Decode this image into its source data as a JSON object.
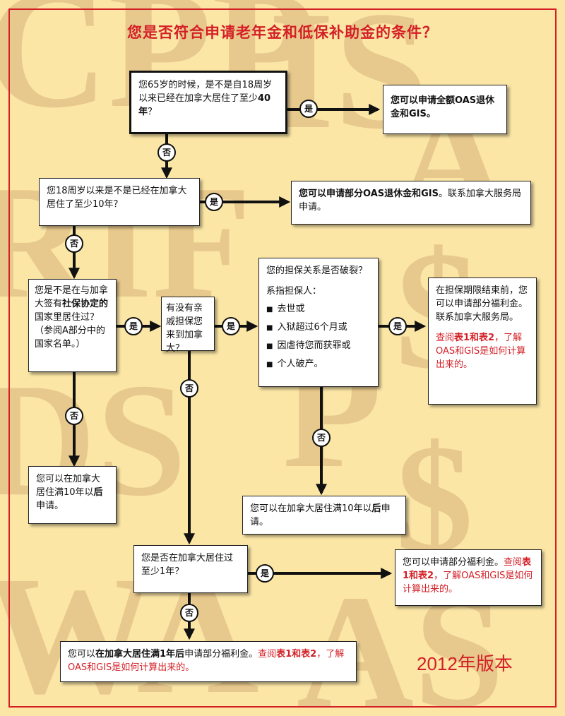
{
  "title": "您是否符合申请老年金和低保补助金的条件？",
  "edition": "2012年版本",
  "labels": {
    "yes": "是",
    "no": "否"
  },
  "colors": {
    "accent": "#d41f26",
    "background": "#fbe6a6",
    "watermark": "#d9b27a"
  },
  "q1": {
    "a": "您65岁的时候，是不是自18周岁以来已经在加拿大居住了至少",
    "b": "40年",
    "c": "？"
  },
  "r1": {
    "a": "您可以申请全额OAS退休金和GIS。"
  },
  "q2": {
    "a": "您18周岁以来是不是已经在加拿大居住了至少10年？"
  },
  "r2": {
    "a": "您可以申请部分OAS退休金和GIS",
    "b": "。联系加拿大服务局申请。"
  },
  "q3": {
    "a": "您是不是在与加拿大签有",
    "b": "社保协定的",
    "c": "国家里居住过？（参阅A部分中的国家名单。）"
  },
  "q4": {
    "a": "有没有亲戚担保您来到加拿大？"
  },
  "q5": {
    "a": "您的担保关系是否破裂？",
    "b": "系指担保人：",
    "items": [
      "去世或",
      "入狱超过6个月或",
      "因虐待您而获罪或",
      "个人破产。"
    ]
  },
  "r5": {
    "a": "在担保期限结束前，您可以申请部分福利金。联系加拿大服务局。",
    "b": "查阅",
    "c": "表1和表2",
    "d": "，了解OAS和GIS是如何计算出来的。"
  },
  "r3": {
    "a": "您可以在加拿大居住满10年以",
    "b": "后",
    "c": "申请。"
  },
  "r4": {
    "a": "您可以在加拿大居住满10年以",
    "b": "后",
    "c": "申请。"
  },
  "q6": {
    "a": "您是否在加拿大居住过至少1年？"
  },
  "r6": {
    "a": "您可以申请部分福利金。",
    "b": "查阅",
    "c": "表1和表2",
    "d": "，了解OAS和GIS是如何计算出来的。"
  },
  "r7": {
    "a": "您可以",
    "b": "在加拿大居住满1年后",
    "c": "申请部分福利金。",
    "d": "查阅",
    "e": "表1和表2",
    "f": "，了解OAS和GIS是如何计算出来的。"
  }
}
